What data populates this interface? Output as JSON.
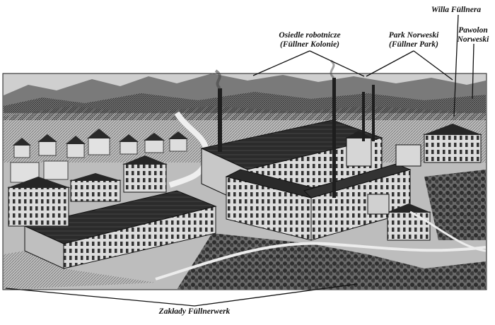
{
  "labels": {
    "osiedle": {
      "line1": "Osiedle robotnicze",
      "line2": "(Füllner Kolonie)"
    },
    "park": {
      "line1": "Park Norweski",
      "line2": "(Füllner Park)"
    },
    "willa": {
      "line1": "Willa Füllnera"
    },
    "pawilon": {
      "line1": "Pawolon",
      "line2": "Norweski"
    },
    "zaklady": {
      "line1": "Zakłady Füllnerwerk"
    }
  },
  "colors": {
    "sky": "#c9c9c9",
    "mountains": "#6f6f6f",
    "ink": "#111111",
    "roof": "#2a2a2a",
    "wall": "#d8d8d8",
    "trees": "#3a3a3a"
  }
}
